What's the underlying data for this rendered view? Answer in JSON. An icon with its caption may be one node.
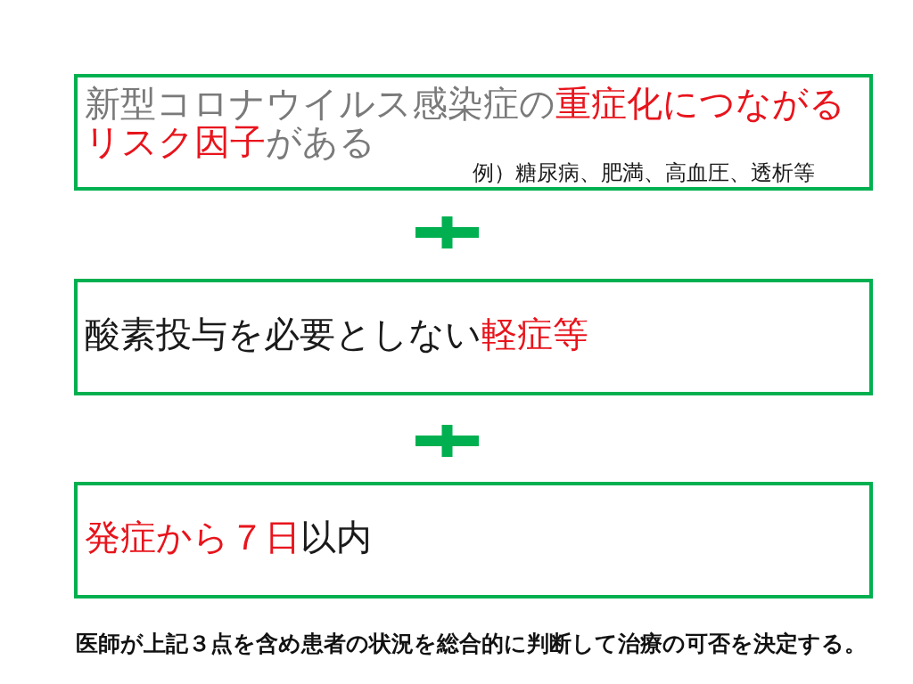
{
  "diagram": {
    "nodes": [
      {
        "text": [
          "新型コロナウイルス感染症の**重症化につながるリスク因子**がある",
          "例）糖尿病、肥満、高血圧、透析等"
        ]
      },
      {
        "text": [
          "酸素投与を必要としない**軽症等**"
        ]
      },
      {
        "text": [
          "**発症から７日**以内"
        ]
      }
    ],
    "caption": "医師が上記３点を含め患者の状況を総合的に判断して治療の可否を決定する。"
  }
}
